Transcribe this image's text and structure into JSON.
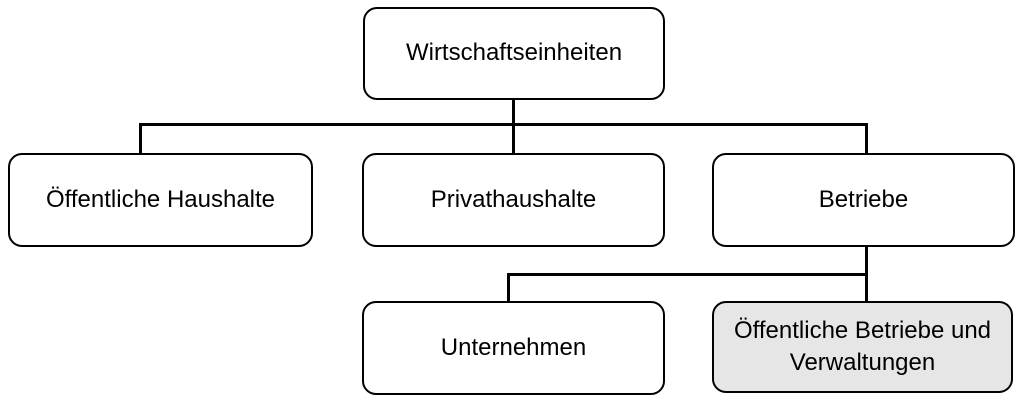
{
  "diagram": {
    "nodes": {
      "root": {
        "label": "Wirtschaftseinheiten"
      },
      "public_households": {
        "label": "Öffentliche Haushalte"
      },
      "private_households": {
        "label": "Privathaushalte"
      },
      "enterprises": {
        "label": "Betriebe"
      },
      "companies": {
        "label": "Unternehmen"
      },
      "public_enterprises": {
        "label": "Öffentliche Betriebe und Verwaltungen",
        "highlighted": true
      }
    },
    "edges": [
      {
        "from": "root",
        "to": "public_households"
      },
      {
        "from": "root",
        "to": "private_households"
      },
      {
        "from": "root",
        "to": "enterprises"
      },
      {
        "from": "enterprises",
        "to": "companies"
      },
      {
        "from": "enterprises",
        "to": "public_enterprises"
      }
    ]
  },
  "colors": {
    "background": "#ffffff",
    "line": "#000000",
    "text": "#000000",
    "box_bg": "#ffffff",
    "highlight_bg": "#e6e6e6"
  }
}
